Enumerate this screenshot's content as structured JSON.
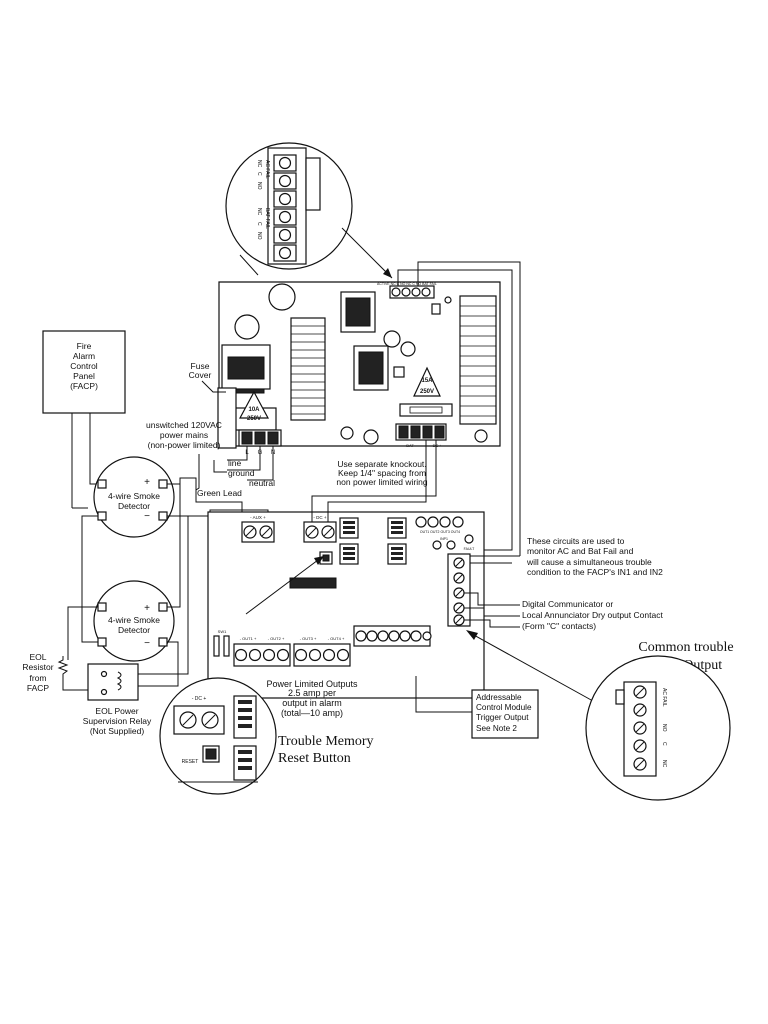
{
  "facp": {
    "line1": "Fire",
    "line2": "Alarm",
    "line3": "Control",
    "line4": "Panel",
    "line5": "(FACP)"
  },
  "fuse_cover": {
    "line1": "Fuse",
    "line2": "Cover"
  },
  "mains": {
    "line1": "unswitched 120VAC",
    "line2": "power mains",
    "line3": "(non-power limited)"
  },
  "wires": {
    "line": "line",
    "ground": "ground",
    "neutral": "neutral",
    "green_lead": "Green Lead"
  },
  "mains_terminals": {
    "l": "L",
    "g": "G",
    "n": "N"
  },
  "fuse_main": {
    "rating": "10A",
    "voltage": "250V"
  },
  "fuse_bat": {
    "rating": "15A",
    "voltage": "250V"
  },
  "knockout": {
    "line1": "Use separate knockout.",
    "line2": "Keep 1/4\" spacing from",
    "line3": "non power limited wiring"
  },
  "detector_top": {
    "line1": "4-wire Smoke",
    "line2": "Detector",
    "plus": "+",
    "minus": "−"
  },
  "detector_bottom": {
    "line1": "4-wire Smoke",
    "line2": "Detector",
    "plus": "+",
    "minus": "−"
  },
  "eol_resistor": {
    "line1": "EOL",
    "line2": "Resistor",
    "line3": "from",
    "line4": "FACP"
  },
  "eol_relay": {
    "line1": "EOL Power",
    "line2": "Supervision Relay",
    "line3": "(Not Supplied)"
  },
  "trouble_circuits": {
    "line1": "These circuits are used to",
    "line2": "monitor AC and Bat Fail and",
    "line3": "will cause a simultaneous trouble",
    "line4": "condition to the FACP's IN1 and IN2"
  },
  "digital_comm": {
    "line1": "Digital Communicator or",
    "line2": "Local Annunciator Dry output Contact",
    "line3": "(Form \"C\" contacts)"
  },
  "common_trouble": {
    "line1": "Common trouble",
    "line2": "Input/Output"
  },
  "power_limited": {
    "line1": "Power Limited Outputs",
    "line2": "2.5 amp per",
    "line3": "output in alarm",
    "line4": "(total—10 amp)"
  },
  "trouble_memory": {
    "line1": "Trouble Memory",
    "line2": "Reset Button"
  },
  "addressable": {
    "line1": "Addressable",
    "line2": "Control Module",
    "line3": "Trigger Output",
    "line4": "See Note 2"
  },
  "board_labels": {
    "aux": "- AUX +",
    "dc": "- DC +",
    "bat": "- BAT -",
    "dc2": "- DC +",
    "reset": "RESET",
    "sw1": "SW1",
    "sw2": "SW2",
    "out1": "- OUT1 +",
    "out2": "- OUT2 +",
    "out3": "- OUT3 +",
    "out4": "- OUT4 +",
    "inp1": "INP1",
    "inp2": "INP2",
    "fault": "FAULT",
    "outs": "OUT1 OUT2 OUT3 OUT4",
    "relay_top": "ACTIVE  NC  C  NO  NC  C  NO  BAT FAIL"
  },
  "zoom_top": {
    "labels": [
      "NC",
      "C",
      "NO",
      "AC FAIL",
      "NC",
      "C",
      "NO",
      "BAT FAIL"
    ]
  },
  "zoom_right": {
    "labels": [
      "AC FAIL",
      "NO",
      "C",
      "NC"
    ]
  },
  "zoom_left": {
    "dc": "- DC +",
    "reset": "RESET"
  }
}
